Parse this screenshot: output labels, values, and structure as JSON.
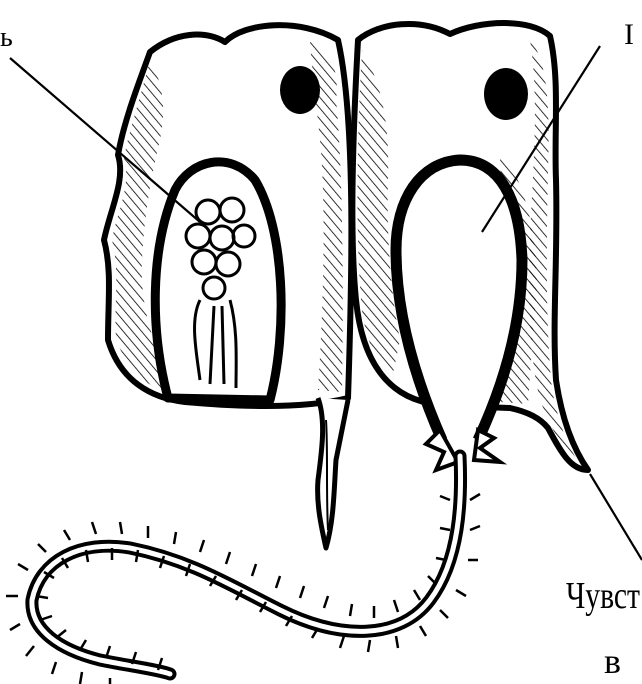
{
  "labels": {
    "top_left": "ь",
    "top_right": "I",
    "bottom_right_line1": "Чувст",
    "bottom_right_line2": "в"
  },
  "colors": {
    "ink": "#000000",
    "background": "#ffffff"
  }
}
